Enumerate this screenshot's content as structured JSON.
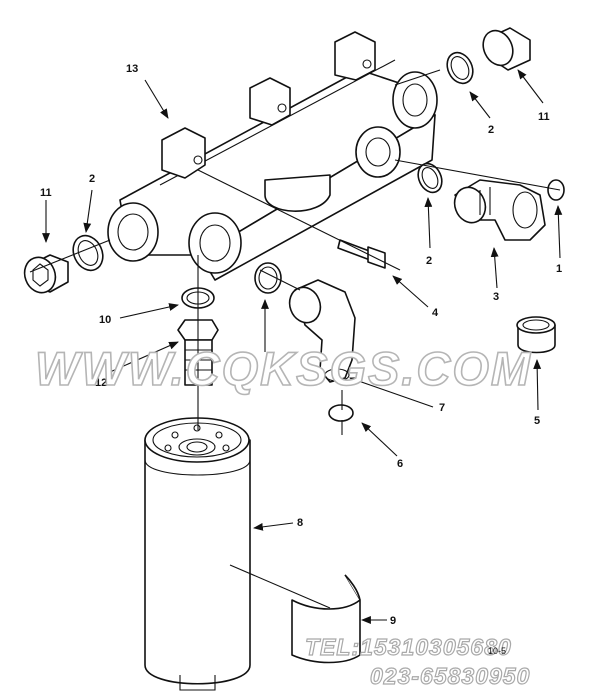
{
  "callouts": {
    "c13": "13",
    "c2_top": "2",
    "c11_top": "11",
    "c11_left": "11",
    "c2_left": "2",
    "c2_mid": "2",
    "c1": "1",
    "c3": "3",
    "c4": "4",
    "c10": "10",
    "c12": "12",
    "c5": "5",
    "c7": "7",
    "c6": "6",
    "c8": "8",
    "c9": "9"
  },
  "watermark": "WWW.CQKSGS.COM",
  "contact": {
    "tel": "TEL:15310305680",
    "phone": "023-65830950"
  },
  "figure_code": "10-5"
}
